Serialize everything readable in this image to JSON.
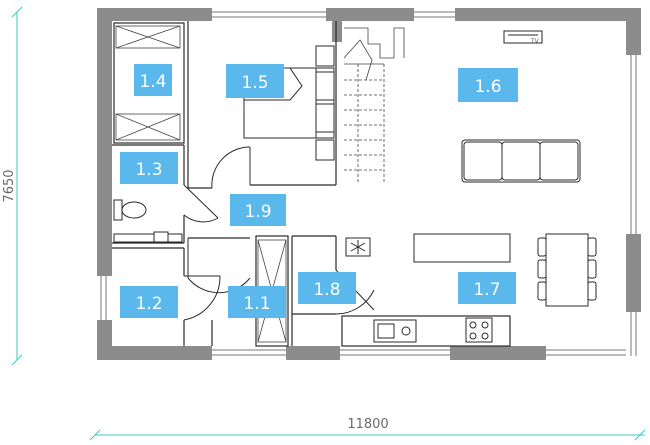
{
  "rooms": [
    {
      "id": "1.1",
      "label": "1.1"
    },
    {
      "id": "1.2",
      "label": "1.2"
    },
    {
      "id": "1.3",
      "label": "1.3"
    },
    {
      "id": "1.4",
      "label": "1.4"
    },
    {
      "id": "1.5",
      "label": "1.5"
    },
    {
      "id": "1.6",
      "label": "1.6"
    },
    {
      "id": "1.7",
      "label": "1.7"
    },
    {
      "id": "1.8",
      "label": "1.8"
    },
    {
      "id": "1.9",
      "label": "1.9"
    }
  ],
  "dimensions": {
    "width": "11800",
    "height": "7650"
  },
  "fixtures": {
    "tv_label": "TV"
  },
  "colors": {
    "label_bg": "#5bb8ec",
    "label_text": "#ffffff",
    "wall": "#8c8c8c",
    "line": "#2a2a2a",
    "dimension": "#3fc7c7"
  }
}
